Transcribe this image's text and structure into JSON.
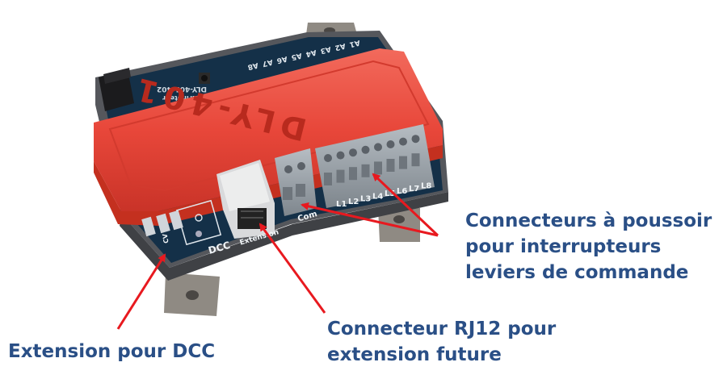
{
  "photo": {
    "case_label": "DLY-401",
    "pcb_name": "DLY-401-402",
    "pcb_brand": "DLYmoteur",
    "output_labels": [
      "A1",
      "A2",
      "A3",
      "A4",
      "A5",
      "A6",
      "A7",
      "A8"
    ],
    "input_labels": [
      "L1",
      "L2",
      "L3",
      "L4",
      "L5",
      "L6",
      "L7",
      "L8"
    ],
    "silk_dcc": "DCC",
    "silk_extension": "Extension",
    "silk_com": "Com",
    "silk_cv": "CV"
  },
  "annotations": {
    "buttons_lines": [
      "Connecteurs à poussoir",
      "pour interrupteurs",
      "leviers de commande"
    ],
    "rj12_lines": [
      "Connecteur RJ12 pour",
      "extension future"
    ],
    "dcc_lines": [
      "Extension pour DCC"
    ]
  },
  "colors": {
    "annotation_text": "#2a4f86",
    "arrow": "#e8191f",
    "case_red": "#e8473a",
    "pcb_blue": "#143048",
    "housing_grey": "#55575c",
    "connector_grey": "#9aa3ab"
  }
}
